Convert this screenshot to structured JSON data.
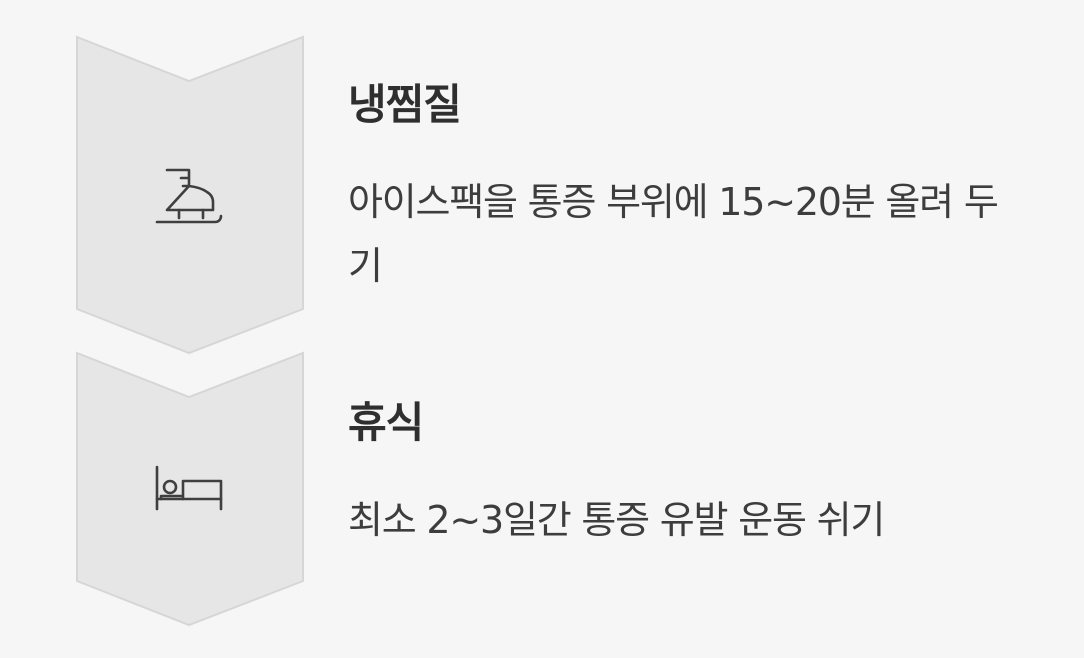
{
  "steps": [
    {
      "title": "냉찜질",
      "description": "아이스팩을 통증 부위에 15~20분 올려 두기",
      "icon": "ice-skate-icon"
    },
    {
      "title": "휴식",
      "description": "최소 2~3일간 통증 유발 운동 쉬기",
      "icon": "bed-icon"
    }
  ],
  "colors": {
    "background": "#f6f6f6",
    "chevron_fill": "#e6e6e6",
    "chevron_stroke": "#d9d9d9",
    "icon_stroke": "#3f3f3f",
    "title": "#2f2f2f",
    "text": "#3d3d3d"
  }
}
